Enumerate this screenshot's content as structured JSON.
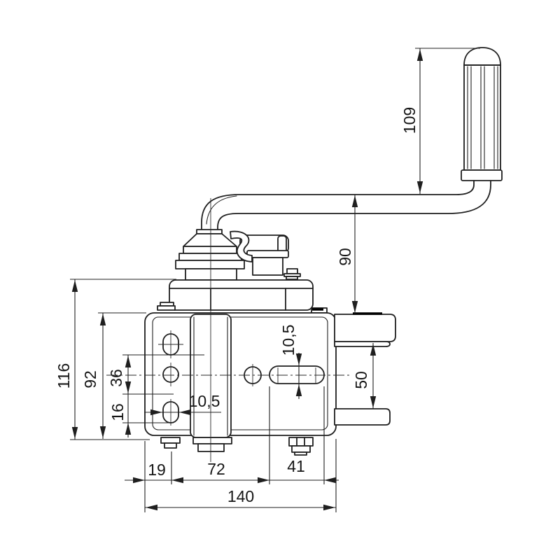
{
  "drawing": {
    "background": "#ffffff",
    "line_color": "#1f1f1f",
    "dim": {
      "grip_length": "109",
      "crank_to_mount": "90",
      "overall_height": "116",
      "plate_height": "92",
      "hole_pitch_upper": "36",
      "hole_pitch_lower": "16",
      "left_slot_width": "10,5",
      "center_slot_width": "10,5",
      "flange_gap": "50",
      "edge_to_bolt": "19",
      "bolt_to_slot": "72",
      "slot_length": "41",
      "overall_width": "140"
    }
  }
}
